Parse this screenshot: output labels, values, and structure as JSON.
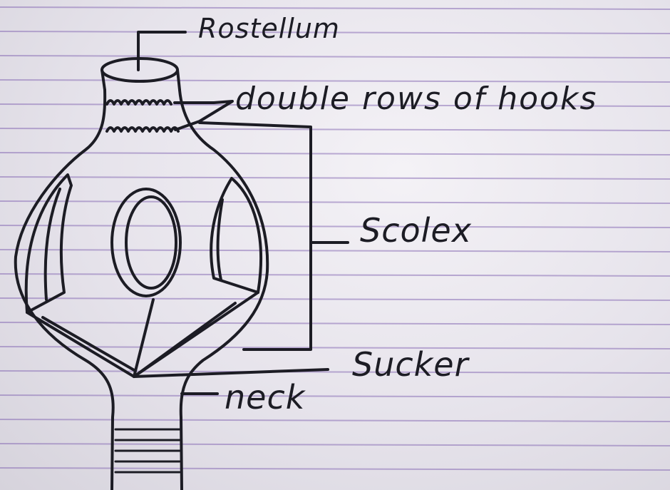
{
  "labels": {
    "rostellum": "Rostellum",
    "hooks": "double rows of hooks",
    "scolex": "Scolex",
    "sucker": "Sucker",
    "neck": "neck"
  },
  "colors": {
    "paper": "#e9e7ee",
    "rule_line": "#8a6fb6",
    "ink": "#1c1c24"
  }
}
